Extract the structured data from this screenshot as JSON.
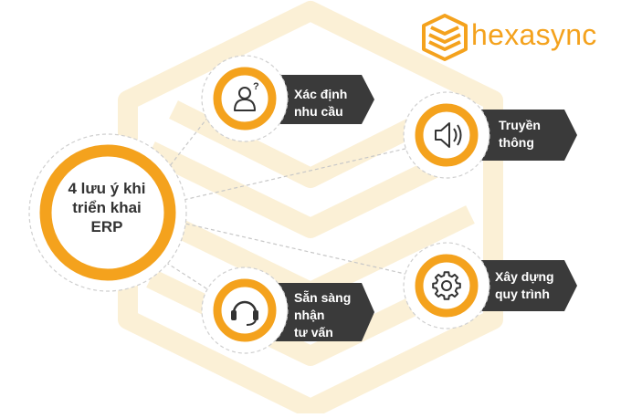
{
  "brand": {
    "name": "hexasync",
    "icon": "layered-hexagon-logo-icon"
  },
  "colors": {
    "accent": "#f4a21d",
    "dark": "#3a3a3a",
    "watermark": "#fbf0d6"
  },
  "center": {
    "lines": [
      "4 lưu ý khi",
      "triển khai",
      "ERP"
    ]
  },
  "items": [
    {
      "id": "xac-dinh",
      "icon": "person-question-icon",
      "lines": [
        "Xác định",
        "nhu cầu"
      ]
    },
    {
      "id": "truyen-thong",
      "icon": "speaker-icon",
      "lines": [
        "Truyền",
        "thông"
      ]
    },
    {
      "id": "san-sang",
      "icon": "headset-icon",
      "lines": [
        "Sẵn sàng",
        "nhận",
        "tư vấn"
      ]
    },
    {
      "id": "xay-dung",
      "icon": "gear-icon",
      "lines": [
        "Xây dựng",
        "quy trình"
      ]
    }
  ]
}
